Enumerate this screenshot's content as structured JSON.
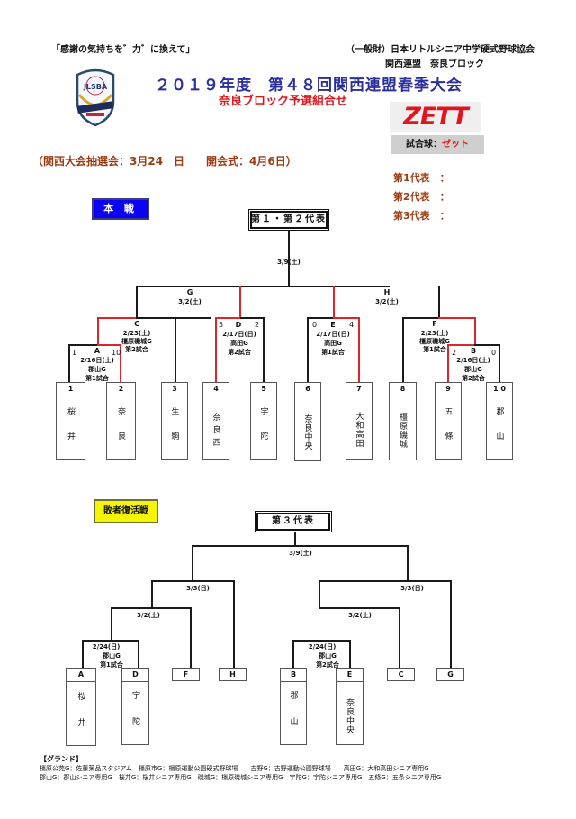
{
  "header": {
    "slogan": "「感謝の気持ちを゛力゛に換えて」",
    "org_line1": "（一般財）日本リトルシニア中学硬式野球協会",
    "org_line2": "関西連盟　奈良ブロック",
    "title": "２０１９年度　第４８回関西連盟春季大会",
    "subtitle": "奈良ブロック予選組合せ",
    "logo_icon": "jlsba-shield-logo",
    "logo_text": "JLSBA"
  },
  "sponsor": {
    "brand": "ZETT",
    "ball_label": "試合球：",
    "ball_maker": "ゼット"
  },
  "representatives": [
    {
      "label": "第1代表　："
    },
    {
      "label": "第2代表　："
    },
    {
      "label": "第3代表　："
    }
  ],
  "schedule_note": "（関西大会抽選会：3月24　日　　開会式：4月6日）",
  "colors": {
    "title": "#2b2f9c",
    "accent_red": "#e0242a",
    "note_brown": "#9a3c12",
    "main_badge": "#0a00f5",
    "rev_badge": "#f5f500"
  },
  "main_bracket": {
    "badge": "本 戦",
    "final_box": "第１・第２代表",
    "final_date": "3/9(土)",
    "games": {
      "G": {
        "id": "G",
        "date": "3/2(土)"
      },
      "H": {
        "id": "H",
        "date": "3/2(土)"
      },
      "C": {
        "id": "C",
        "date": "2/23(土)",
        "ground": "橿原磯城G",
        "match": "第2試合"
      },
      "D": {
        "id": "D",
        "date": "2/17日(日)",
        "ground": "高田G",
        "match": "第2試合",
        "score_left": "5",
        "score_right": "2"
      },
      "E": {
        "id": "E",
        "date": "2/17日(日)",
        "ground": "高田G",
        "match": "第1試合",
        "score_left": "0",
        "score_right": "4"
      },
      "F": {
        "id": "F",
        "date": "2/23(土)",
        "ground": "橿原磯城G",
        "match": "第1試合"
      },
      "A": {
        "id": "A",
        "date": "2/16日(土)",
        "ground": "郡山G",
        "match": "第1試合",
        "score_left": "1",
        "score_right": "10"
      },
      "B": {
        "id": "B",
        "date": "2/16日(土)",
        "ground": "郡山G",
        "match": "第2試合",
        "score_left": "2",
        "score_right": "0"
      }
    },
    "teams": [
      {
        "num": "1",
        "name": "桜井"
      },
      {
        "num": "2",
        "name": "奈良"
      },
      {
        "num": "3",
        "name": "生駒"
      },
      {
        "num": "4",
        "name": "奈良西"
      },
      {
        "num": "5",
        "name": "宇陀"
      },
      {
        "num": "6",
        "name": "奈良中央"
      },
      {
        "num": "7",
        "name": "大和高田"
      },
      {
        "num": "8",
        "name": "橿原磯城"
      },
      {
        "num": "9",
        "name": "五條"
      },
      {
        "num": "1 0",
        "name": "郡山"
      }
    ]
  },
  "consolation_bracket": {
    "badge": "敗者復活戦",
    "final_box": "第３代表",
    "final_date": "3/9(土)",
    "left": {
      "semi_date": "3/3(日)",
      "qf_date": "3/2(土)",
      "r1_date": "2/24(日)",
      "r1_ground": "郡山G",
      "r1_match": "第1試合"
    },
    "right": {
      "semi_date": "3/3(日)",
      "qf_date": "3/2(土)",
      "r1_date": "2/24(日)",
      "r1_ground": "郡山G",
      "r1_match": "第2試合"
    },
    "slots": [
      {
        "slot": "A",
        "name": "桜井"
      },
      {
        "slot": "D",
        "name": "宇陀"
      },
      {
        "slot": "F"
      },
      {
        "slot": "H"
      },
      {
        "slot": "B",
        "name": "郡山"
      },
      {
        "slot": "E",
        "name": "奈良中央"
      },
      {
        "slot": "C"
      },
      {
        "slot": "G"
      }
    ]
  },
  "grounds": {
    "heading": "【グランド】",
    "line1": "橿原公苑G：佐藤薬品スタジアム　橿原市G：橿原運動公園硬式野球場　　吉野G：吉野運動公園野球場　　高田G：大和高田シニア専用G",
    "line2": "郡山G：郡山シニア専用G　桜井G：桜井シニア専用G　磯城G：橿原磯城シニア専用G　宇陀G：宇陀シニア専用G　五條G：五条シニア専用G"
  }
}
